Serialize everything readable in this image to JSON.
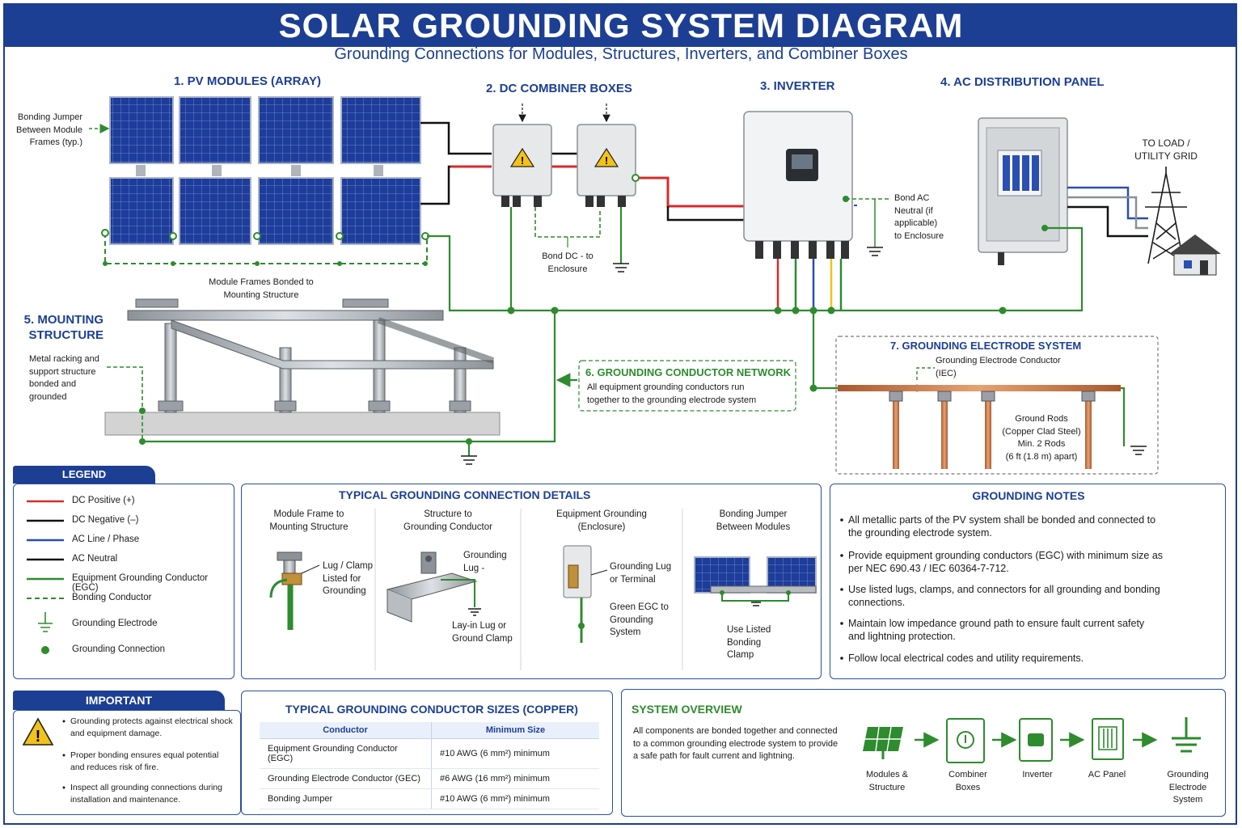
{
  "title": "SOLAR GROUNDING SYSTEM DIAGRAM",
  "subtitle": "Grounding Connections for Modules, Structures, Inverters, and Combiner Boxes",
  "sections": {
    "pv": "1. PV MODULES (ARRAY)",
    "combiner": "2. DC COMBINER BOXES",
    "inverter": "3. INVERTER",
    "ac_panel": "4. AC DISTRIBUTION PANEL",
    "mounting_l1": "5. MOUNTING",
    "mounting_l2": "STRUCTURE",
    "network_title": "6. GROUNDING CONDUCTOR NETWORK",
    "network_text_l1": "All equipment grounding conductors run",
    "network_text_l2": "together to the grounding electrode system",
    "electrode_title": "7. GROUNDING ELECTRODE SYSTEM"
  },
  "annotations": {
    "bonding_jumper": [
      "Bonding Jumper",
      "Between Module",
      "Frames (typ.)"
    ],
    "frames_bonded": [
      "Module Frames Bonded to",
      "Mounting Structure"
    ],
    "bond_dc": [
      "Bond DC - to",
      "Enclosure"
    ],
    "bond_ac": [
      "Bond AC",
      "Neutral (if",
      "applicable)",
      "to Enclosure"
    ],
    "to_load": [
      "TO LOAD /",
      "UTILITY GRID"
    ],
    "metal_racking": [
      "Metal racking and",
      "support structure",
      "bonded and",
      "grounded"
    ],
    "gec": [
      "Grounding Electrode Conductor",
      "(IEC)"
    ],
    "rods": [
      "Ground Rods",
      "(Copper Clad Steel)",
      "Min. 2 Rods",
      "(6 ft (1.8 m) apart)"
    ]
  },
  "legend": {
    "title": "LEGEND",
    "items": [
      {
        "label": "DC Positive (+)",
        "color": "#d62b2b",
        "style": "solid"
      },
      {
        "label": "DC Negative (–)",
        "color": "#111111",
        "style": "solid"
      },
      {
        "label": "AC Line / Phase",
        "color": "#2a4fb0",
        "style": "solid"
      },
      {
        "label": "AC Neutral",
        "color": "#111111",
        "style": "solid"
      },
      {
        "label": "Equipment Grounding Conductor (EGC)",
        "color": "#2e8b2e",
        "style": "solid"
      },
      {
        "label": "Bonding Conductor",
        "color": "#2e8b2e",
        "style": "dashed"
      },
      {
        "label": "Grounding Electrode",
        "color": "#2e8b2e",
        "style": "ground"
      },
      {
        "label": "Grounding Connection",
        "color": "#2e8b2e",
        "style": "dot"
      }
    ]
  },
  "details": {
    "title": "TYPICAL GROUNDING CONNECTION DETAILS",
    "cols": [
      {
        "head": [
          "Module Frame to",
          "Mounting Structure"
        ],
        "note": [
          "Lug / Clamp",
          "Listed for",
          "Grounding"
        ]
      },
      {
        "head": [
          "Structure to",
          "Grounding Conductor"
        ],
        "note": [
          "Grounding",
          "Lug -"
        ],
        "note2": [
          "Lay-in Lug or",
          "Ground Clamp"
        ]
      },
      {
        "head": [
          "Equipment Grounding",
          "(Enclosure)"
        ],
        "note": [
          "Grounding Lug",
          "or Terminal"
        ],
        "note2": [
          "Green EGC to",
          "Grounding",
          "System"
        ]
      },
      {
        "head": [
          "Bonding Jumper",
          "Between Modules"
        ],
        "note": [
          "Use Listed",
          "Bonding",
          "Clamp"
        ]
      }
    ]
  },
  "notes": {
    "title": "GROUNDING NOTES",
    "items": [
      [
        "All metallic parts of the PV system shall be bonded and connected to",
        "the grounding electrode system."
      ],
      [
        "Provide equipment grounding conductors (EGC) with minimum size as",
        "per NEC 690.43 / IEC 60364-7-712."
      ],
      [
        "Use listed lugs, clamps, and connectors for all grounding and bonding",
        "connections."
      ],
      [
        "Maintain low impedance ground path to ensure fault current safety",
        "and lightning protection."
      ],
      [
        "Follow local electrical codes and utility requirements."
      ]
    ]
  },
  "important": {
    "title": "IMPORTANT",
    "items": [
      [
        "Grounding protects against electrical shock",
        "and equipment damage."
      ],
      [
        "Proper bonding ensures equal potential",
        "and reduces risk of fire."
      ],
      [
        "Inspect all grounding connections during",
        "installation and maintenance."
      ]
    ]
  },
  "sizes": {
    "title": "TYPICAL GROUNDING CONDUCTOR SIZES (COPPER)",
    "headers": [
      "Conductor",
      "Minimum Size"
    ],
    "rows": [
      [
        "Equipment Grounding Conductor (EGC)",
        "#10 AWG (6 mm²) minimum"
      ],
      [
        "Grounding Electrode Conductor (GEC)",
        "#6 AWG (16 mm²) minimum"
      ],
      [
        "Bonding Jumper",
        "#10 AWG (6 mm²)  minimum"
      ]
    ]
  },
  "overview": {
    "title": "SYSTEM OVERVIEW",
    "text": [
      "All components are bonded together and connected",
      "to a common grounding electrode system to provide",
      "a safe path for fault current and lightning."
    ],
    "steps": [
      {
        "label": [
          "Modules &",
          "Structure"
        ],
        "icon": "solar-panel-icon"
      },
      {
        "label": [
          "Combiner",
          "Boxes"
        ],
        "icon": "combiner-box-icon"
      },
      {
        "label": [
          "Inverter"
        ],
        "icon": "inverter-icon"
      },
      {
        "label": [
          "AC Panel"
        ],
        "icon": "ac-panel-icon"
      },
      {
        "label": [
          "Grounding",
          "Electrode",
          "System"
        ],
        "icon": "ground-icon"
      }
    ]
  },
  "colors": {
    "brand": "#1c3f94",
    "egc": "#2e8b2e",
    "dc_pos": "#d62b2b",
    "ac_line": "#2a4fb0",
    "copper": "#c97a4a"
  }
}
